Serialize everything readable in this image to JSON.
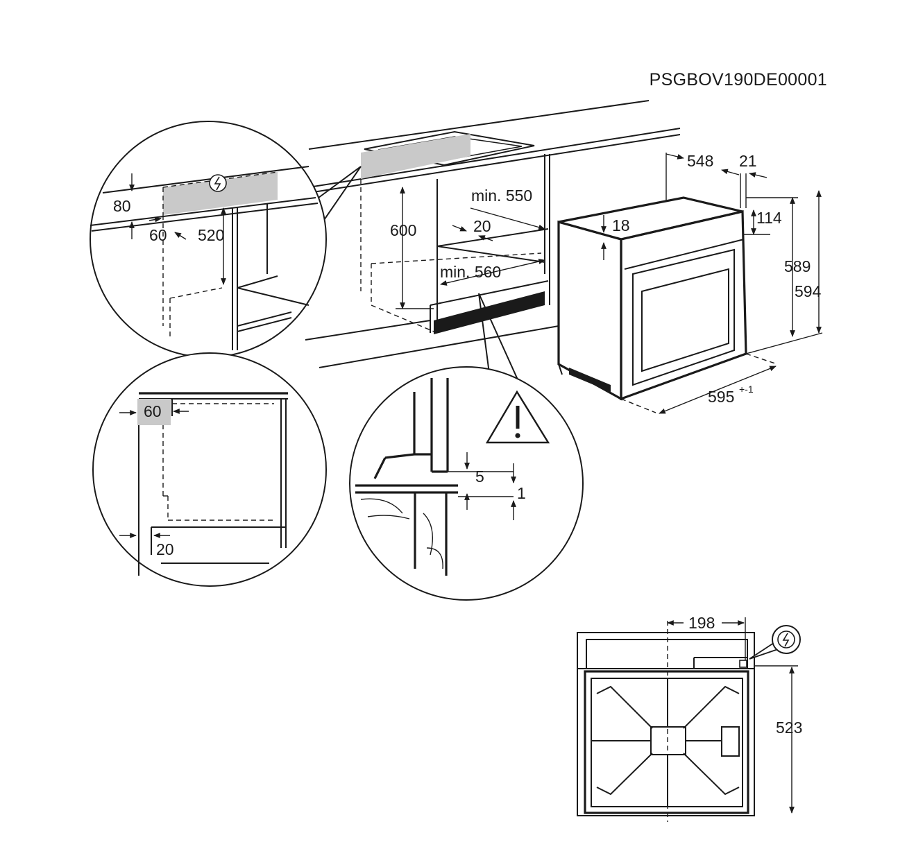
{
  "diagram": {
    "code": "PSGBOV190DE00001",
    "dims": {
      "d548": "548",
      "d21": "21",
      "d114": "114",
      "d18": "18",
      "d589": "589",
      "d594": "594",
      "d595": "595",
      "d595_tol": "+-1",
      "d600": "600",
      "min550": "min. 550",
      "d20_top": "20",
      "min560": "min. 560",
      "d80": "80",
      "d60_top": "60",
      "d520": "520",
      "d60_side": "60",
      "d20_side": "20",
      "d5": "5",
      "d1": "1",
      "d198": "198",
      "d523": "523"
    },
    "icons": [
      "electrical-connection-icon",
      "warning-triangle-icon"
    ]
  }
}
